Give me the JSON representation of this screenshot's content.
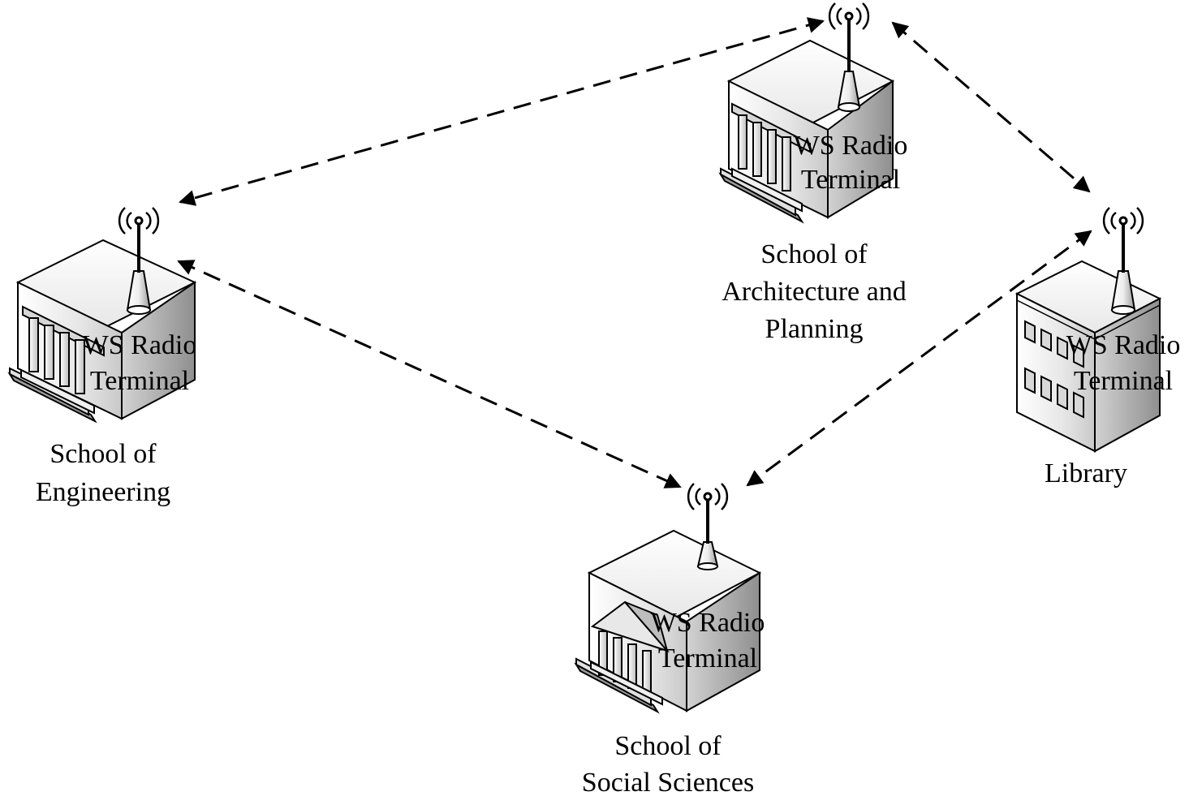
{
  "nodes": [
    {
      "id": "architecture",
      "terminal_label": [
        "WS Radio",
        "Terminal"
      ],
      "name_lines": [
        "School of",
        "Architecture and",
        "Planning"
      ],
      "icon": "school-building-icon"
    },
    {
      "id": "engineering",
      "terminal_label": [
        "WS Radio",
        "Terminal"
      ],
      "name_lines": [
        "School of",
        "Engineering"
      ],
      "icon": "school-building-icon"
    },
    {
      "id": "library",
      "terminal_label": [
        "WS Radio",
        "Terminal"
      ],
      "name_lines": [
        "Library"
      ],
      "icon": "office-building-icon"
    },
    {
      "id": "social",
      "terminal_label": [
        "WS Radio",
        "Terminal"
      ],
      "name_lines": [
        "School of",
        "Social Sciences"
      ],
      "icon": "pediment-building-icon"
    }
  ],
  "links": [
    {
      "from": "architecture",
      "to": "engineering",
      "style": "dashed",
      "arrows": "both"
    },
    {
      "from": "architecture",
      "to": "library",
      "style": "dashed",
      "arrows": "both"
    },
    {
      "from": "engineering",
      "to": "social",
      "style": "dashed",
      "arrows": "both"
    },
    {
      "from": "library",
      "to": "social",
      "style": "dashed",
      "arrows": "both"
    }
  ],
  "colors": {
    "line": "#000000",
    "background": "#ffffff",
    "building_light": "#f2f2f2",
    "building_dark": "#b8b8b8"
  }
}
